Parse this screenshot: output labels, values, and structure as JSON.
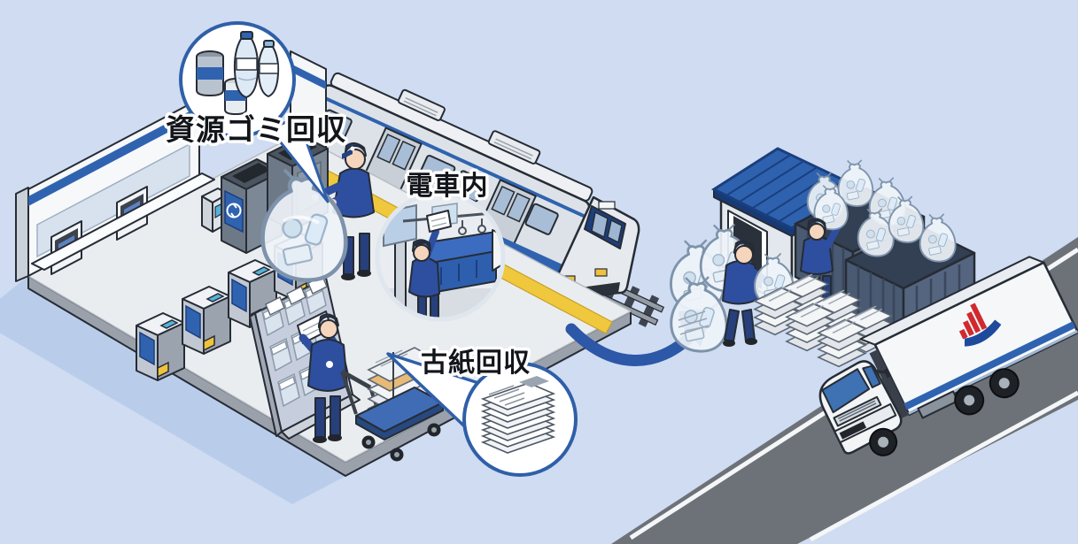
{
  "diagram": {
    "type": "isometric-illustration",
    "theme": "station-recycling-collection-flow",
    "labels": {
      "resource_waste": "資源ゴミ回収",
      "inside_train": "電車内",
      "paper_collection": "古紙回収"
    },
    "colors": {
      "background": "#cfdcf1",
      "accent_blue": "#2f63b0",
      "navy": "#1d3e7c",
      "arrow_blue": "#2d57a7",
      "callout_border": "#2f5fa8",
      "label_text": "#12151a",
      "label_outline": "#ffffff",
      "floor": "#eaedf0",
      "floor_shadow": "#b9cdeb",
      "road": "#6d7278",
      "roof_blue": "#2e62ae",
      "container_slate": "#55657f",
      "uniform_navy": "#2e4f9f",
      "tactile_yellow": "#f0c83e",
      "truck_logo_red": "#d02a2e"
    },
    "icons": [
      "cans-and-pet-bottles-icon",
      "train-interior-cleanup-icon",
      "newspaper-stack-icon",
      "recycle-mark-icon",
      "jr-logo",
      "truck-logo"
    ]
  }
}
